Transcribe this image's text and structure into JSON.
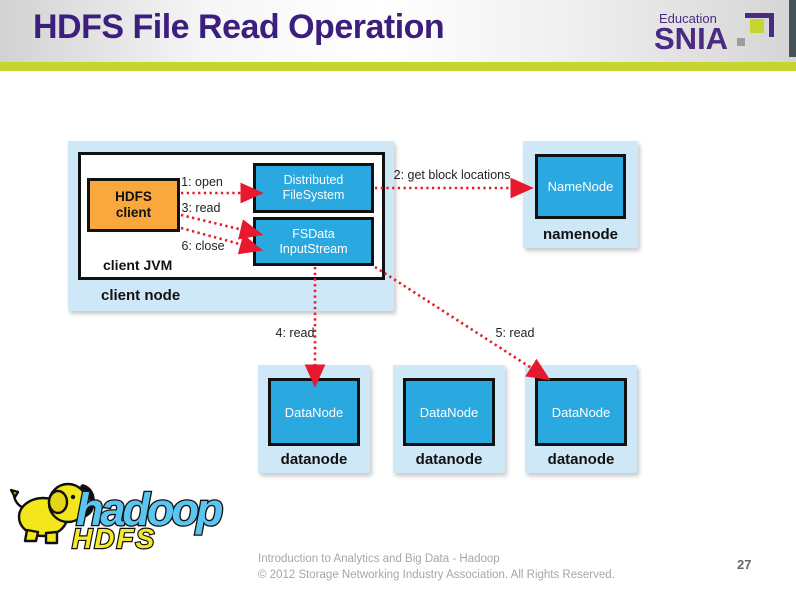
{
  "slide": {
    "title": "HDFS File Read Operation"
  },
  "brand": {
    "education_label": "Education",
    "name": "SNIA"
  },
  "diagram": {
    "client_node": {
      "label": "client node",
      "jvm_label": "client JVM",
      "hdfs_client_label": "HDFS\nclient",
      "distributed_filesystem_label": "Distributed\nFileSystem",
      "fsdata_inputstream_label": "FSData\nInputStream"
    },
    "namenode": {
      "box_label": "NameNode",
      "label": "namenode"
    },
    "datanodes": [
      {
        "box_label": "DataNode",
        "label": "datanode"
      },
      {
        "box_label": "DataNode",
        "label": "datanode"
      },
      {
        "box_label": "DataNode",
        "label": "datanode"
      }
    ],
    "arrow_labels": {
      "open": "1: open",
      "get_block_locations": "2: get block locations",
      "read3": "3: read",
      "read4": "4: read",
      "read5": "5: read",
      "close": "6: close"
    },
    "colors": {
      "node_fill": "#cfe8f7",
      "process_fill": "#29a9e0",
      "client_fill": "#f8a83d",
      "arrow_red": "#e8192c"
    }
  },
  "hadoop_logo": {
    "word": "hadoop",
    "sub": "HDFS"
  },
  "footer": {
    "line1": "Introduction to Analytics and Big Data - Hadoop",
    "line2": "© 2012 Storage Networking Industry Association. All Rights Reserved.",
    "page_number": "27"
  },
  "theme_colors": {
    "title_purple": "#3c1e7d",
    "snia_purple": "#4b2a84",
    "lime": "#c6d530",
    "teal": "#45545b"
  }
}
